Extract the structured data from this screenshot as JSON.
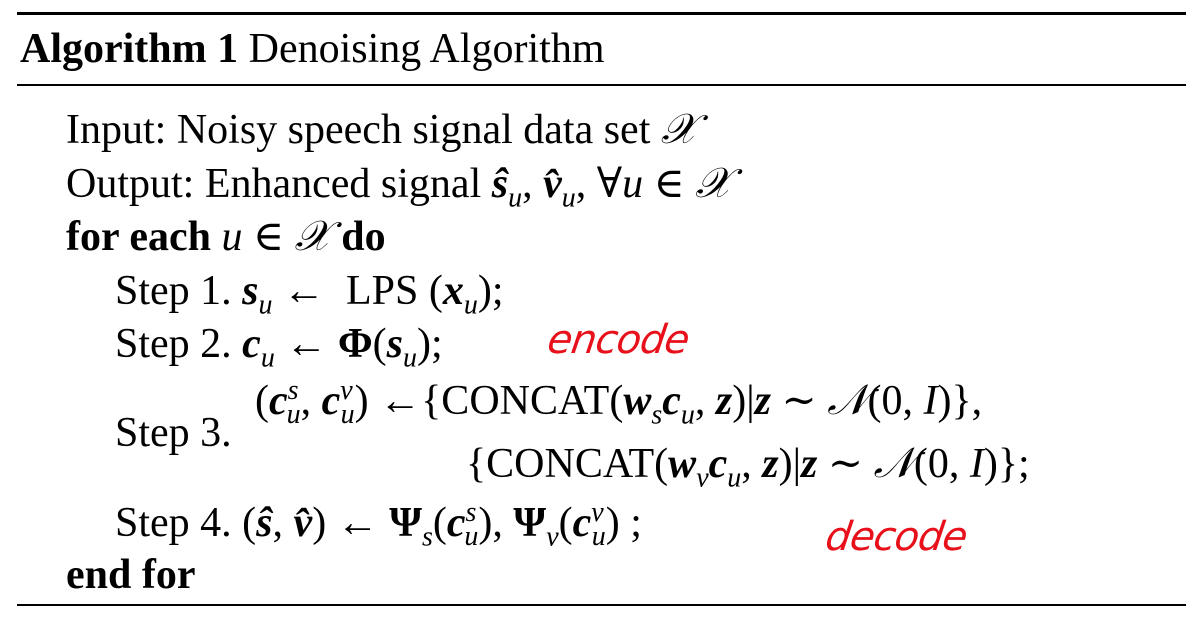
{
  "caption": {
    "label": "Algorithm 1",
    "title": "Denoising Algorithm"
  },
  "input": {
    "prefix": "Input: Noisy speech signal data set",
    "symbol": "𝒳"
  },
  "output": {
    "prefix": "Output: Enhanced signal",
    "math": "ŝ",
    "sub": "u",
    "rest": ", ∀u ∈ 𝒳"
  },
  "loop": {
    "for": "for each",
    "cond": "u ∈ 𝒳",
    "do": "do",
    "end": "end for"
  },
  "steps": {
    "s1_label": "Step 1.",
    "s2_label": "Step 2.",
    "s3_label": "Step 3.",
    "s4_label": "Step 4."
  },
  "annotations": {
    "encode": "encode",
    "decode": "decode"
  },
  "colors": {
    "annotation": "#e8101a",
    "text": "#000000"
  }
}
